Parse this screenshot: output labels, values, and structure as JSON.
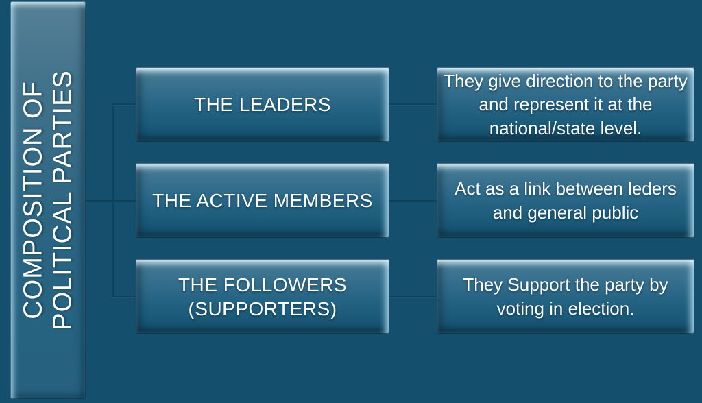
{
  "diagram": {
    "title": {
      "line1": "COMPOSITION OF",
      "line2": "POLITICAL PARTIES"
    },
    "rows": [
      {
        "label": "THE LEADERS",
        "description": "They give direction to the party and represent it at the national/state level."
      },
      {
        "label": "THE ACTIVE MEMBERS",
        "description": "Act as a link between leders and general public"
      },
      {
        "label": "THE FOLLOWERS (SUPPORTERS)",
        "description": "They Support the party by voting in election."
      }
    ],
    "colors": {
      "background": "#144F6D",
      "shape_fill_top": "#55839C",
      "shape_fill_bottom": "#175472",
      "bevel_highlight": "#D8EFF9",
      "connector_line": "#0F4259",
      "text": "#FFFFFF"
    }
  }
}
